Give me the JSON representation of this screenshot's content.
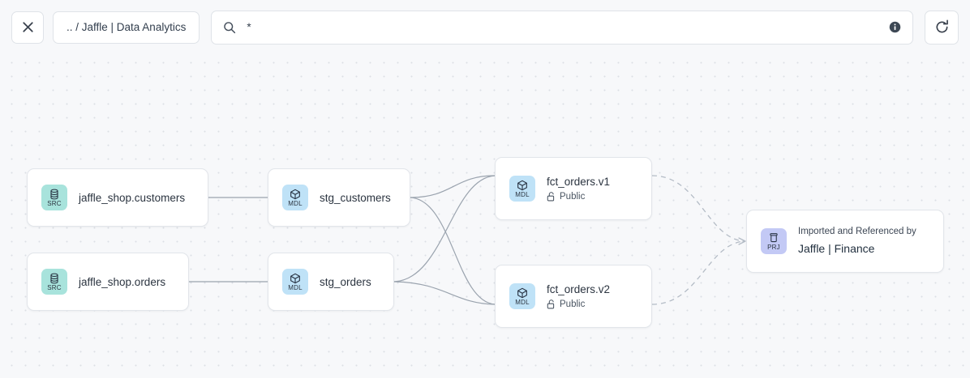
{
  "toolbar": {
    "close_icon": "close-icon",
    "breadcrumb": ".. / Jaffle | Data Analytics",
    "search": {
      "icon": "search-icon",
      "value": "*",
      "placeholder": "",
      "info_icon": "info-icon"
    },
    "refresh_icon": "refresh-icon"
  },
  "graph": {
    "nodes": [
      {
        "id": "jaffle_shop.customers",
        "badge": "SRC",
        "badge_icon": "database-icon",
        "title": "jaffle_shop.customers"
      },
      {
        "id": "jaffle_shop.orders",
        "badge": "SRC",
        "badge_icon": "database-icon",
        "title": "jaffle_shop.orders"
      },
      {
        "id": "stg_customers",
        "badge": "MDL",
        "badge_icon": "cube-icon",
        "title": "stg_customers"
      },
      {
        "id": "stg_orders",
        "badge": "MDL",
        "badge_icon": "cube-icon",
        "title": "stg_orders"
      },
      {
        "id": "fct_orders.v1",
        "badge": "MDL",
        "badge_icon": "cube-icon",
        "title": "fct_orders.v1",
        "access_icon": "unlock-icon",
        "access": "Public"
      },
      {
        "id": "fct_orders.v2",
        "badge": "MDL",
        "badge_icon": "cube-icon",
        "title": "fct_orders.v2",
        "access_icon": "unlock-icon",
        "access": "Public"
      },
      {
        "id": "imported_project",
        "badge": "PRJ",
        "badge_icon": "project-icon",
        "caption": "Imported and Referenced by",
        "title": "Jaffle | Finance"
      }
    ]
  },
  "colors": {
    "canvas_bg": "#f7f8fa",
    "grid_dot": "#dcdfe5",
    "node_border": "#e2e5ea",
    "badge_src": "#a8e3dc",
    "badge_mdl": "#bfe2f7",
    "badge_prj": "#c3c9f5",
    "edge_solid": "#9aa3ae",
    "edge_dashed": "#b4bcc6",
    "text_primary": "#2b3440"
  }
}
